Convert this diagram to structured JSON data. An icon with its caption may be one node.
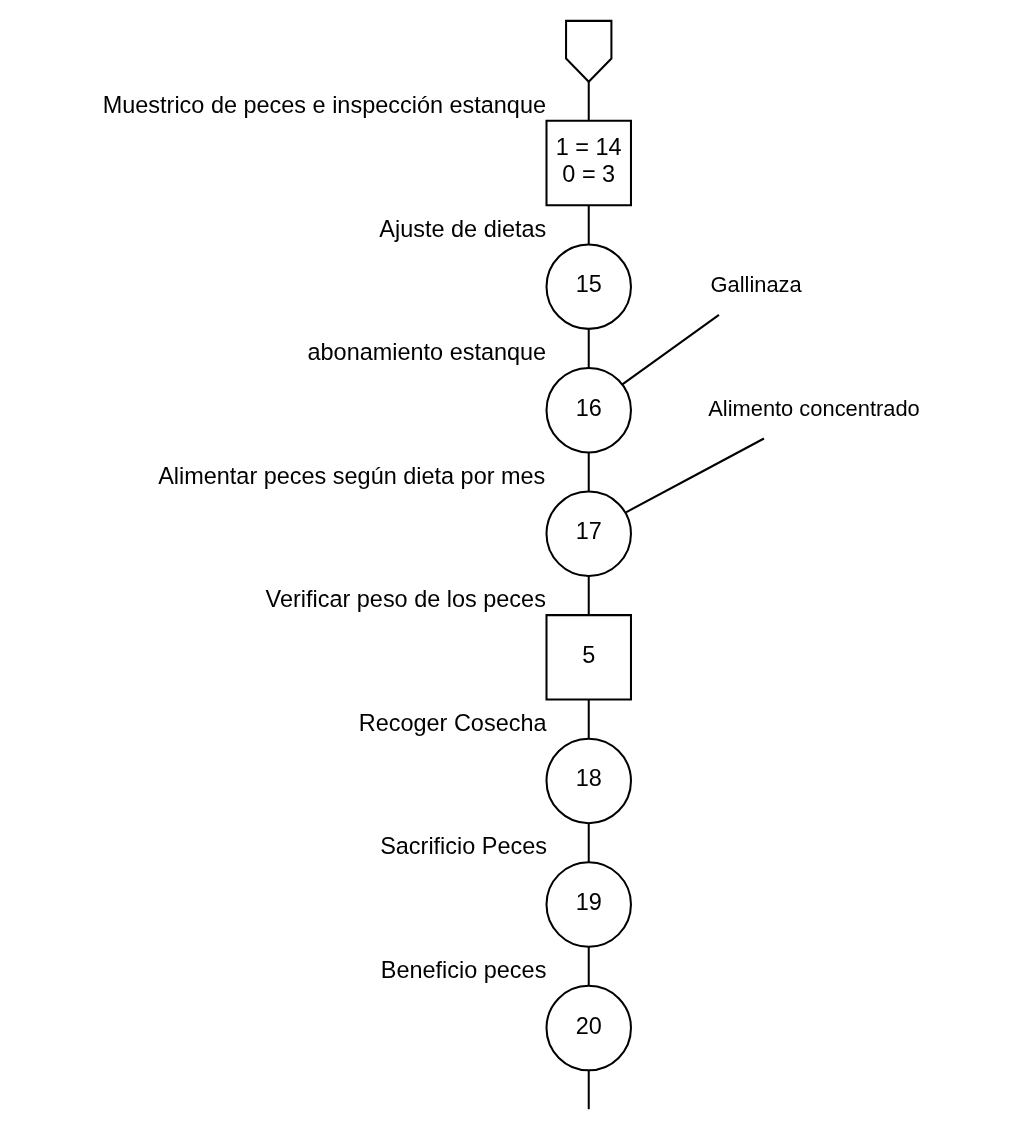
{
  "diagram": {
    "nodes": [
      {
        "text": [],
        "shape": "pentagon"
      },
      {
        "text": [
          "1 = 14",
          "0 = 3"
        ],
        "beside": [
          "Muestrico de peces e inspección estanque"
        ]
      },
      {
        "text": [
          "15"
        ],
        "beside": [
          "Ajuste de dietas"
        ]
      },
      {
        "text": [
          "Gallinaza"
        ]
      },
      {
        "text": [
          "16"
        ],
        "beside": [
          "abonamiento estanque"
        ]
      },
      {
        "text": [
          "Alimento concentrado"
        ]
      },
      {
        "text": [
          "17"
        ],
        "beside": [
          "Alimentar peces según dieta por mes"
        ]
      },
      {
        "text": [
          "5"
        ],
        "beside": [
          "Verificar peso de los peces"
        ]
      },
      {
        "text": [
          "18"
        ],
        "beside": [
          "Recoger Cosecha"
        ]
      },
      {
        "text": [
          "19"
        ],
        "beside": [
          "Sacrificio Peces"
        ]
      },
      {
        "text": [
          "20"
        ],
        "beside": [
          "Beneficio peces"
        ]
      }
    ],
    "edges": [
      {
        "from": 0,
        "to": 1,
        "arrow": "none"
      },
      {
        "from": 1,
        "to": 2,
        "arrow": "none"
      },
      {
        "from": 2,
        "to": 4,
        "arrow": "none"
      },
      {
        "from": 3,
        "to": 4,
        "arrow": "none"
      },
      {
        "from": 4,
        "to": 6,
        "arrow": "none"
      },
      {
        "from": 5,
        "to": 6,
        "arrow": "none"
      },
      {
        "from": 6,
        "to": 7,
        "arrow": "none"
      },
      {
        "from": 7,
        "to": 8,
        "arrow": "none"
      },
      {
        "from": 8,
        "to": 9,
        "arrow": "none"
      },
      {
        "from": 9,
        "to": 10,
        "arrow": "none"
      },
      {
        "from": 10,
        "to": null,
        "arrow": "none"
      }
    ]
  }
}
